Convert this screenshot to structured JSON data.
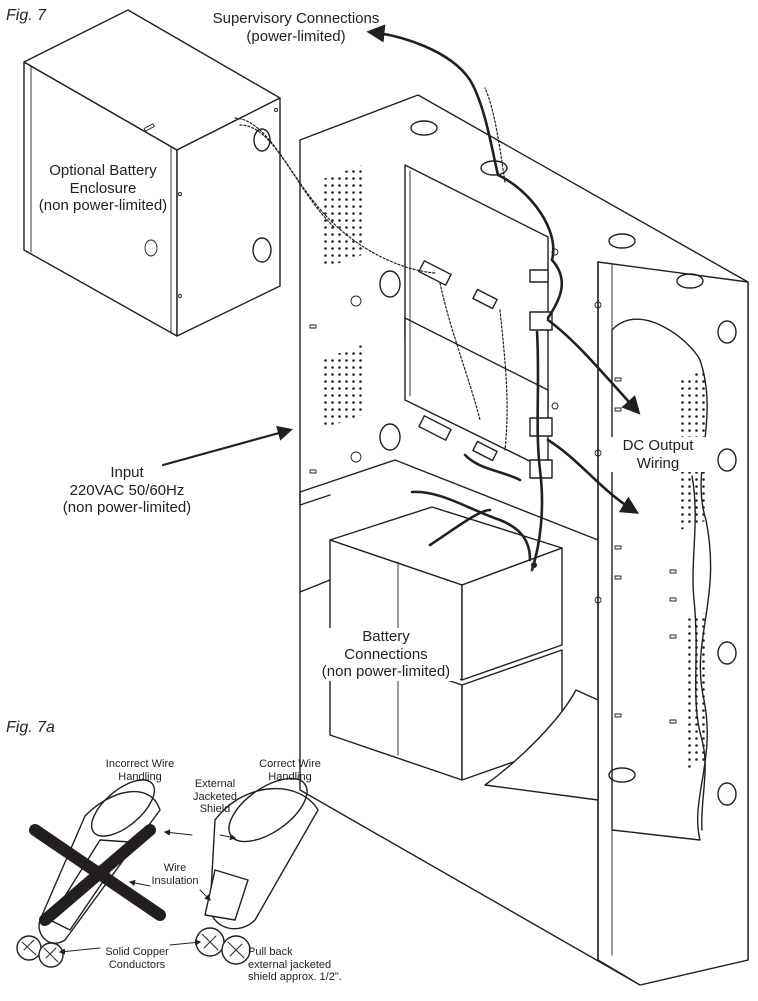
{
  "figures": {
    "fig7_label": "Fig. 7",
    "fig7a_label": "Fig. 7a"
  },
  "fig7": {
    "battery_enclosure": {
      "line1": "Optional Battery",
      "line2": "Enclosure",
      "line3": "(non power-limited)"
    },
    "supervisory": {
      "line1": "Supervisory Connections",
      "line2": "(power-limited)"
    },
    "input": {
      "line1": "Input",
      "line2": "220VAC 50/60Hz",
      "line3": "(non power-limited)"
    },
    "dc_output": {
      "line1": "DC Output",
      "line2": "Wiring"
    },
    "battery_connections": {
      "line1": "Battery",
      "line2": "Connections",
      "line3": "(non power-limited)"
    }
  },
  "fig7a": {
    "incorrect": {
      "line1": "Incorrect Wire",
      "line2": "Handling"
    },
    "correct": {
      "line1": "Correct Wire",
      "line2": "Handling"
    },
    "external_shield": {
      "line1": "External",
      "line2": "Jacketed",
      "line3": "Shield"
    },
    "insulation": {
      "line1": "Wire",
      "line2": "Insulation"
    },
    "conductors": {
      "line1": "Solid Copper",
      "line2": "Conductors"
    },
    "pull_back": {
      "line1": "Pull back",
      "line2": "external jacketed",
      "line3": "shield approx. 1/2\"."
    }
  }
}
